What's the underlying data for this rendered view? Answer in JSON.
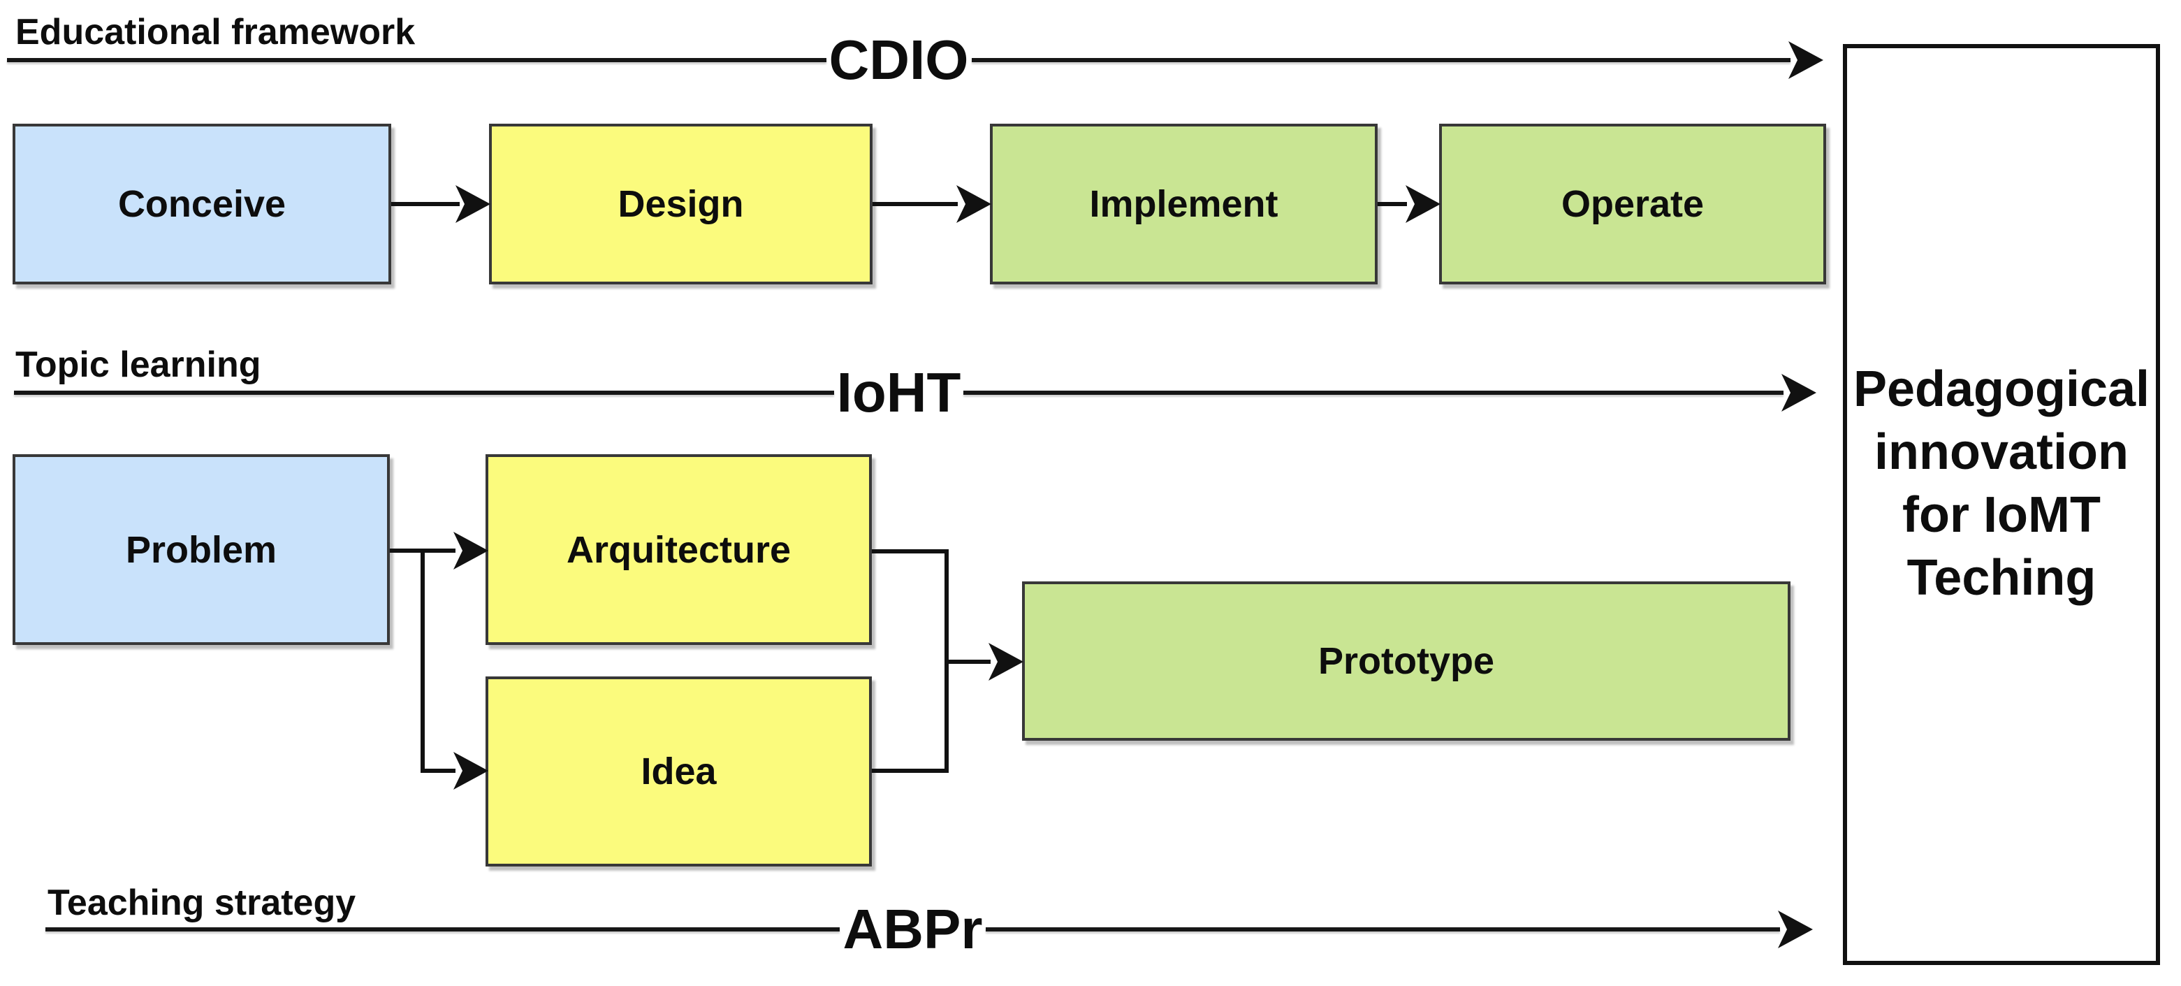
{
  "sections": [
    {
      "label": "Educational framework",
      "tag": "CDIO"
    },
    {
      "label": "Topic learning",
      "tag": "IoHT"
    },
    {
      "label": "Teaching strategy",
      "tag": "ABPr"
    }
  ],
  "cdio_flow": {
    "boxes": [
      {
        "label": "Conceive",
        "color": "#c9e2fb"
      },
      {
        "label": "Design",
        "color": "#fbfb7d"
      },
      {
        "label": "Implement",
        "color": "#c9e593"
      },
      {
        "label": "Operate",
        "color": "#c9e593"
      }
    ]
  },
  "abpr_flow": {
    "problem": {
      "label": "Problem",
      "color": "#c9e2fb"
    },
    "arquitecture": {
      "label": "Arquitecture",
      "color": "#fbfb7d"
    },
    "idea": {
      "label": "Idea",
      "color": "#fbfb7d"
    },
    "prototype": {
      "label": "Prototype",
      "color": "#c9e593"
    }
  },
  "result": {
    "label": "Pedagogical innovation for IoMT Teching",
    "color": "#ffffff"
  },
  "colors": {
    "line": "#111111",
    "box_border": "#383838",
    "text": "#0d0d0d"
  }
}
